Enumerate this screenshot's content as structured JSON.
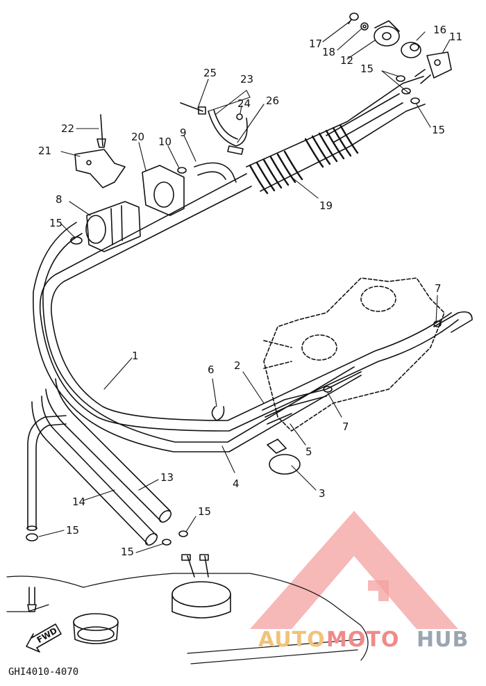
{
  "diagram": {
    "code": "GHI4010-4070",
    "fwd_label": "FWD",
    "parts": [
      {
        "num": "1"
      },
      {
        "num": "2"
      },
      {
        "num": "3"
      },
      {
        "num": "4"
      },
      {
        "num": "5"
      },
      {
        "num": "6"
      },
      {
        "num": "7"
      },
      {
        "num": "7"
      },
      {
        "num": "8"
      },
      {
        "num": "9"
      },
      {
        "num": "10"
      },
      {
        "num": "11"
      },
      {
        "num": "12"
      },
      {
        "num": "13"
      },
      {
        "num": "14"
      },
      {
        "num": "15"
      },
      {
        "num": "15"
      },
      {
        "num": "15"
      },
      {
        "num": "15"
      },
      {
        "num": "15"
      },
      {
        "num": "15"
      },
      {
        "num": "16"
      },
      {
        "num": "17"
      },
      {
        "num": "18"
      },
      {
        "num": "19"
      },
      {
        "num": "20"
      },
      {
        "num": "21"
      },
      {
        "num": "22"
      },
      {
        "num": "23"
      },
      {
        "num": "24"
      },
      {
        "num": "25"
      },
      {
        "num": "26"
      }
    ]
  },
  "watermark": {
    "part1": "AUTO",
    "part2": "MOTO",
    "part3": "HUB",
    "colors": {
      "auto": "#f2c27a",
      "moto": "#f08a8a",
      "hub": "#9aa6b2",
      "triangle": "#f07a7a"
    }
  }
}
